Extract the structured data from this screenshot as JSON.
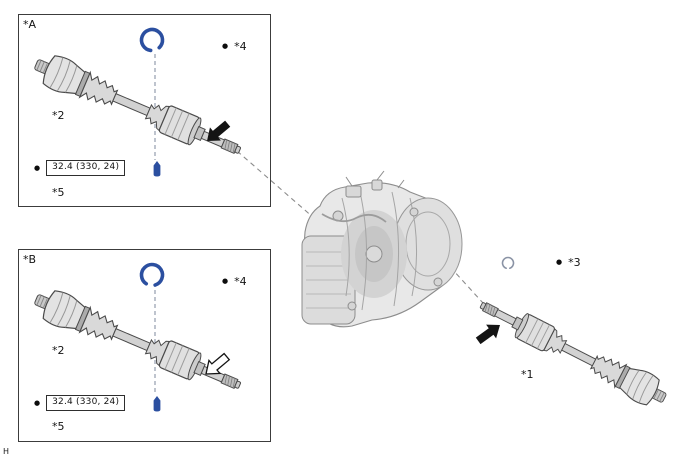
{
  "figure": {
    "corner_label": "H",
    "glyphs": {
      "bullet": "●"
    },
    "colors": {
      "snap_ring_blue": "#2b4fa0",
      "bolt_blue": "#2b4fa0",
      "dashed_line_gray": "#8c8c8c",
      "position_line_gray_blue": "#8a93a5",
      "panel_border": "#3c3c3c",
      "arrow_black": "#141414"
    },
    "icons": {
      "snap_ring": "c-shaped-snap-ring",
      "circlip": "small-open-ring",
      "bolt": "blue-pin-bolt",
      "arrow_solid": "solid-black-install-arrow",
      "arrow_outline": "white-outline-install-arrow"
    }
  },
  "panels": {
    "a": {
      "title": "*A",
      "shaft_label": "*2",
      "snap_ring_label": "*4",
      "bolt_label": "*5",
      "torque_spec": "32.4 (330, 24)"
    },
    "b": {
      "title": "*B",
      "shaft_label": "*2",
      "snap_ring_label": "*4",
      "bolt_label": "*5",
      "torque_spec": "32.4 (330, 24)"
    }
  },
  "assembly": {
    "shaft_label": "*1",
    "ring_label": "*3"
  }
}
